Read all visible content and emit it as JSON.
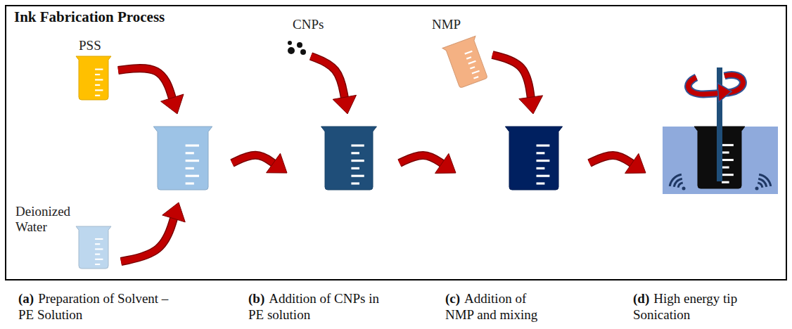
{
  "diagram": {
    "title": "Ink Fabrication Process",
    "nodes": [
      {
        "text": [
          "PSS"
        ]
      },
      {
        "text": [
          "Deionized Water"
        ]
      },
      {
        "text": [
          "CNPs"
        ]
      },
      {
        "text": [
          "NMP"
        ]
      }
    ],
    "labels": [
      "(a)",
      "Preparation of Solvent – PE Solution",
      "(b)",
      "Addition of CNPs in PE solution",
      "(c)",
      "Addition of NMP and mixing",
      "(d)",
      "High energy tip Sonication"
    ]
  }
}
